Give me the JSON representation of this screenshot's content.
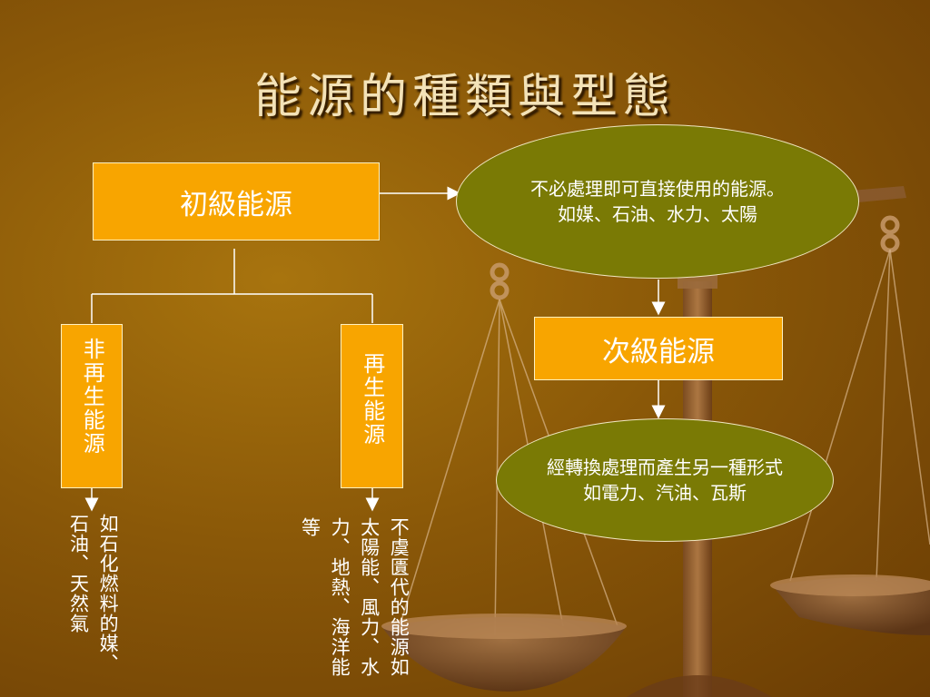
{
  "title": "能源的種類與型態",
  "primary": {
    "label": "初級能源"
  },
  "primary_desc": {
    "line1": "不必處理即可直接使用的能源。",
    "line2": "如媒、石油、水力、太陽"
  },
  "secondary": {
    "label": "次級能源"
  },
  "secondary_desc": {
    "line1": "經轉換處理而產生另一種形式",
    "line2": "如電力、汽油、瓦斯"
  },
  "nonrenewable": {
    "label": "非再生能源",
    "examples": "如石化燃料的媒、石油、天然氣"
  },
  "renewable": {
    "label": "再生能源",
    "examples": "不虞匱代的能源如太陽能、風力、水力、地熱、海洋能等"
  },
  "colors": {
    "box_fill": "#f8a500",
    "ellipse_fill": "#7a7a05",
    "title": "#f3e2b8"
  }
}
